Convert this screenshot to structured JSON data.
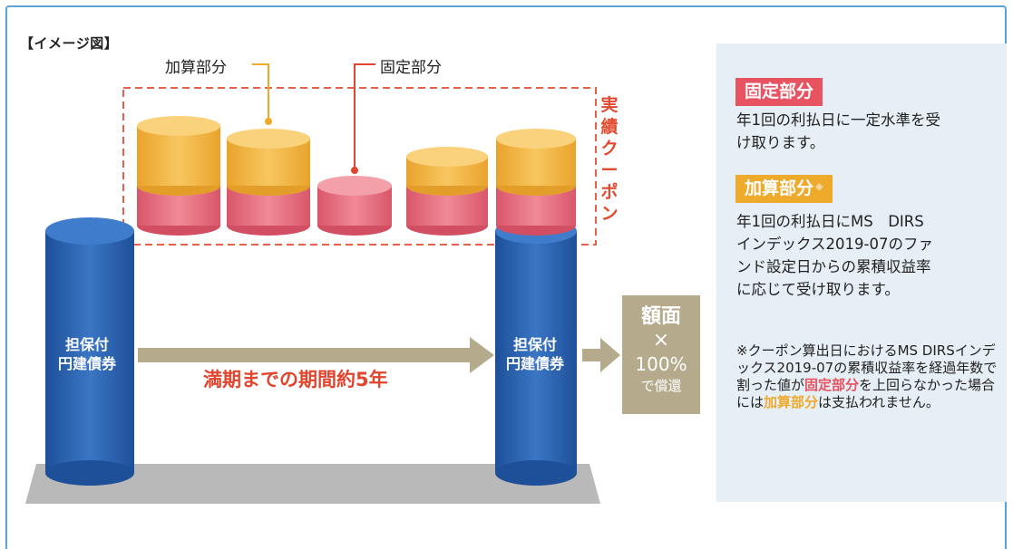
{
  "caption": "【イメージ図】",
  "labels": {
    "additional_part": "加算部分",
    "fixed_part": "固定部分",
    "actual_coupon": [
      "実",
      "績",
      "ク",
      "ー",
      "ポ",
      "ン"
    ]
  },
  "pillars": {
    "left": [
      "担保付",
      "円建債券"
    ],
    "right": [
      "担保付",
      "円建債券"
    ]
  },
  "period": "満期までの期間約5年",
  "face_value": {
    "line1": "額面",
    "line2": "×",
    "line3": "100%",
    "line4": "で償還"
  },
  "panel": {
    "fixed_tag": "固定部分",
    "fixed_text": [
      "年1回の利払日に一定水準を受",
      "け取ります。"
    ],
    "add_tag": "加算部分",
    "add_mark": "※",
    "add_text": [
      "年1回の利払日にMS　DIRS",
      "インデックス2019-07のファ",
      "ンド設定日からの累積収益率",
      "に応じて受け取ります。"
    ],
    "note": {
      "p1": "※クーポン算出日におけるMS DIRSインデックス2019-07の累積収益率を経過年数で割った値が",
      "hl1": "固定部分",
      "p2": "を上回らなかった場合には",
      "hl2": "加算部分",
      "p3": "は支払われません。"
    }
  },
  "colors": {
    "frame": "#5aa3d6",
    "coupon_pink": "#e76a78",
    "coupon_gold": "#efb23c",
    "pillar_blue": "#2a62b0",
    "arrow_tan": "#b5aa8c",
    "dashed_box": "#e8604a",
    "panel_bg": "#e6eef6",
    "accent_red": "#e2452e"
  },
  "coupons": [
    {
      "fixed": true,
      "additional": "large"
    },
    {
      "fixed": true,
      "additional": "medium"
    },
    {
      "fixed": true,
      "additional": "none"
    },
    {
      "fixed": true,
      "additional": "small"
    },
    {
      "fixed": true,
      "additional": "medium"
    }
  ]
}
